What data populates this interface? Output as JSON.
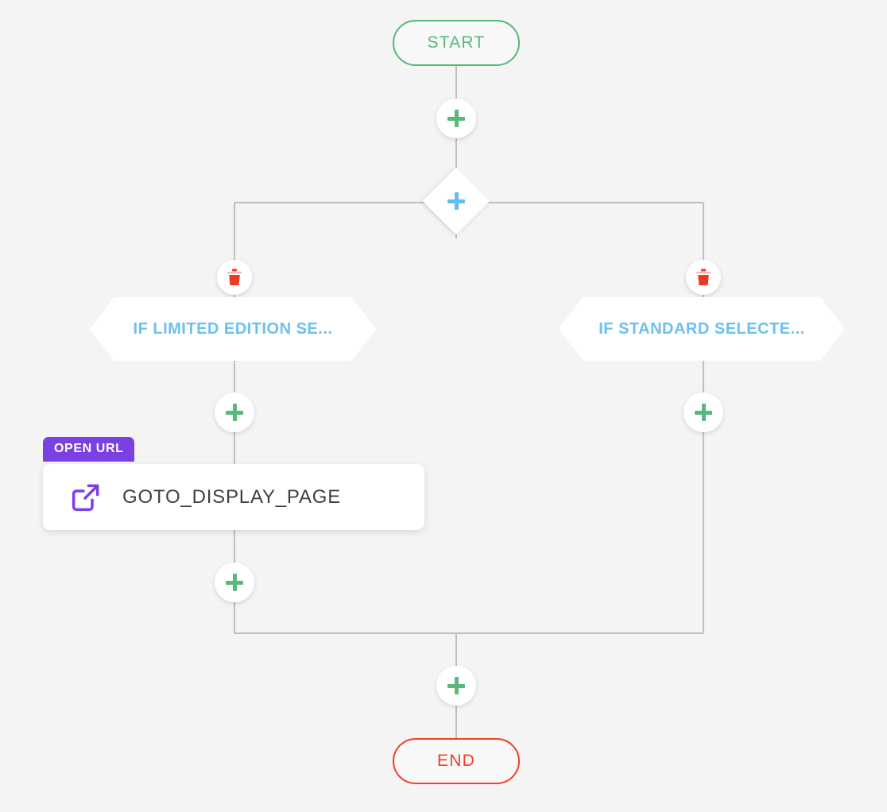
{
  "canvas": {
    "background_color": "#f4f4f4"
  },
  "nodes": {
    "start": {
      "label": "START",
      "color": "#55b877"
    },
    "end": {
      "label": "END",
      "color": "#ef4123"
    },
    "branch_diamond": {
      "icon": "plus-icon",
      "color": "#64bdf2"
    },
    "conditions": [
      {
        "label": "IF LIMITED EDITION SE...",
        "color": "#6cc0f0",
        "delete_icon": "trash-icon"
      },
      {
        "label": "IF STANDARD SELECTE...",
        "color": "#6cc0f0",
        "delete_icon": "trash-icon"
      }
    ],
    "action_card": {
      "badge": "OPEN URL",
      "badge_color": "#7b3fe4",
      "title": "GOTO_DISPLAY_PAGE",
      "icon": "external-link-icon",
      "icon_color": "#7b3fe4"
    }
  },
  "add_buttons": [
    {
      "name": "add-step-after-start",
      "icon": "plus-icon",
      "color": "#5cb87a"
    },
    {
      "name": "add-step-left-branch-top",
      "icon": "plus-icon",
      "color": "#5cb87a"
    },
    {
      "name": "add-step-right-branch-top",
      "icon": "plus-icon",
      "color": "#5cb87a"
    },
    {
      "name": "add-step-left-branch-bottom",
      "icon": "plus-icon",
      "color": "#5cb87a"
    },
    {
      "name": "add-step-before-end",
      "icon": "plus-icon",
      "color": "#5cb87a"
    }
  ],
  "edges": {
    "stroke_color": "#bfbfbf",
    "paths": [
      "M 574 83 L 574 223",
      "M 574 283 L 574 340",
      "M 295 255 L 885 255",
      "M 295 255 L 295 797",
      "M 885 255 L 885 797",
      "M 295 797 L 885 797",
      "M 574 797 L 574 929"
    ]
  }
}
